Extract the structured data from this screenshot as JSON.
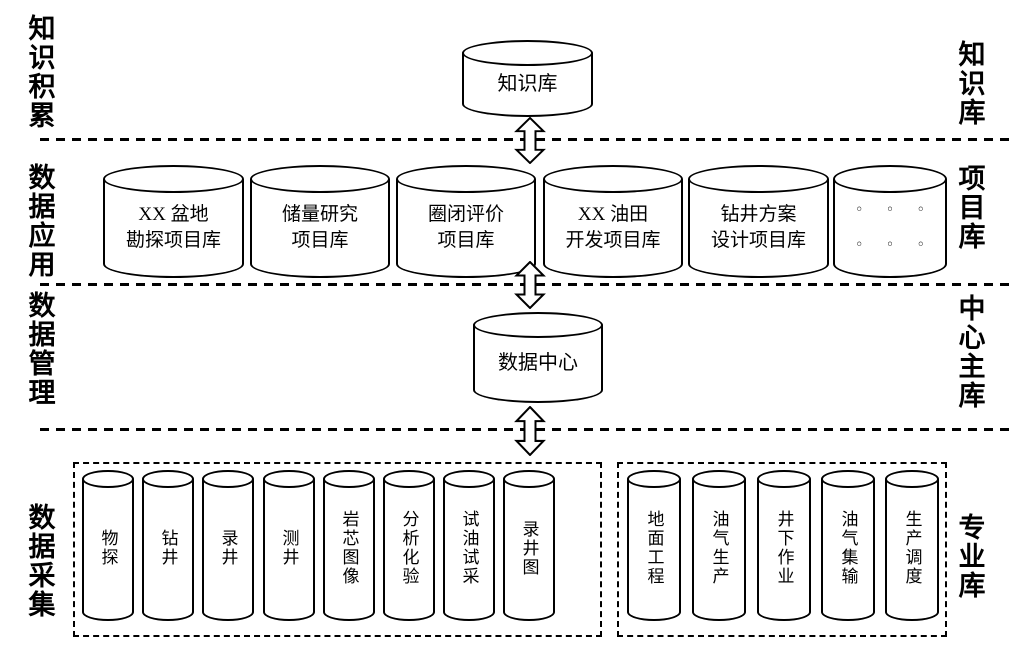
{
  "bands": [
    {
      "left_label": "知识积累",
      "right_label": "知识库"
    },
    {
      "left_label": "数据应用",
      "right_label": "项目库"
    },
    {
      "left_label": "数据管理",
      "right_label": "中心主库"
    },
    {
      "left_label": "数据采集",
      "right_label": "专业库"
    }
  ],
  "knowledge_base": {
    "label": "知识库"
  },
  "project_row": {
    "items": [
      "XX 盆地\n勘探项目库",
      "储量研究\n项目库",
      "圈闭评价\n项目库",
      "XX 油田\n开发项目库",
      "钻井方案\n设计项目库"
    ],
    "more": "◦ ◦ ◦\n◦ ◦ ◦"
  },
  "data_center": {
    "label": "数据中心"
  },
  "collection": {
    "box1_items": [
      "物探",
      "钻井",
      "录井",
      "测井",
      "岩芯图像",
      "分析化验",
      "试油试采",
      "录井图"
    ],
    "box2_items": [
      "地面工程",
      "油气生产",
      "井下作业",
      "油气集输",
      "生产调度"
    ]
  },
  "colors": {
    "line": "#000000",
    "background": "#ffffff"
  }
}
